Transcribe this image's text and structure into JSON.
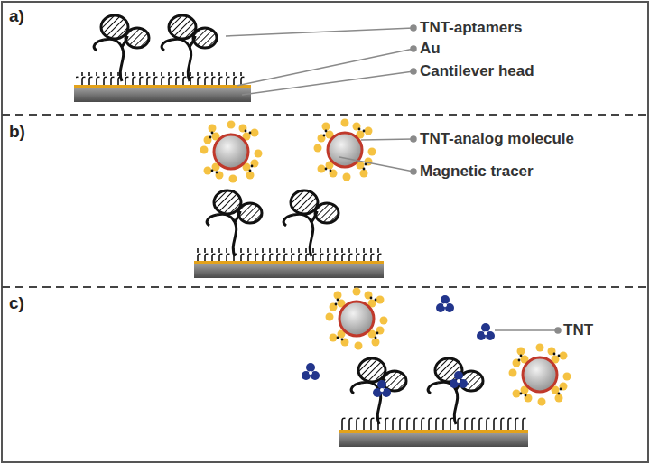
{
  "diagram": {
    "labels": [
      "a)",
      "b)",
      "c)",
      "TNT-aptamers",
      "Au",
      "Cantilever head",
      "TNT-analog molecule",
      "Magnetic tracer",
      "TNT"
    ]
  }
}
